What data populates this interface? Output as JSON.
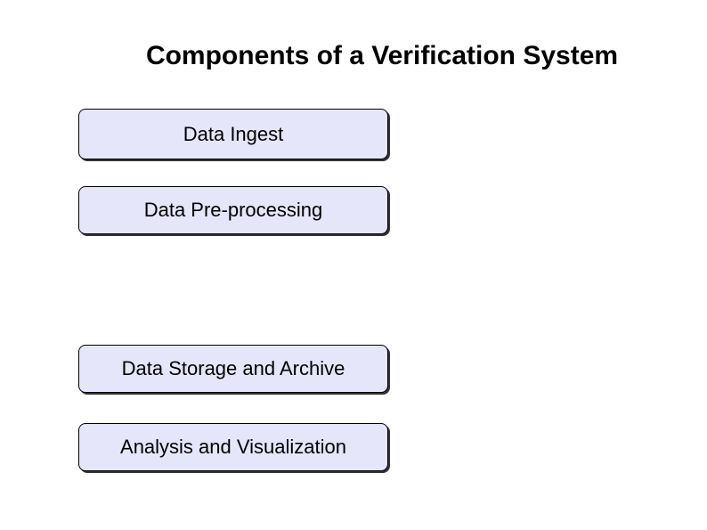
{
  "slide": {
    "title": "Components of a Verification System",
    "boxes": [
      {
        "label": "Data Ingest"
      },
      {
        "label": "Data Pre-processing"
      },
      {
        "label": "Data Storage and Archive"
      },
      {
        "label": "Analysis and Visualization"
      }
    ],
    "colors": {
      "background": "#FFFFFF",
      "box_fill": "#E6E6FA",
      "box_border": "#000000",
      "box_shadow": "#000000",
      "title_color": "#000000",
      "label_color": "#000000"
    }
  }
}
